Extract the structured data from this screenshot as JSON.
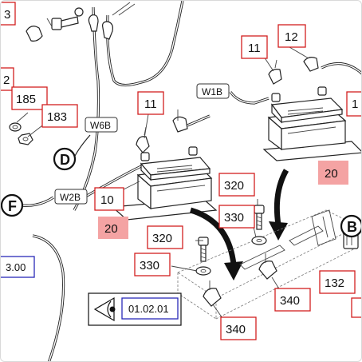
{
  "callouts": {
    "c3": "3",
    "c2": "2",
    "c185": "185",
    "c183": "183",
    "c11a": "11",
    "c11b": "11",
    "c12": "12",
    "c1": "1",
    "c10": "10",
    "c20a": "20",
    "c20b": "20",
    "c320a": "320",
    "c320b": "320",
    "c330a": "330",
    "c330b": "330",
    "c340a": "340",
    "c340b": "340",
    "c132": "132"
  },
  "wire_labels": {
    "w6b": "W6B",
    "w1b": "W1B",
    "w2b": "W2B"
  },
  "circle_labels": {
    "d": "D",
    "f": "F",
    "b": "B"
  },
  "view_label": "01.02.01",
  "ref_fragment": "3.00",
  "colors": {
    "callout_border": "#d21f1f",
    "callout_highlight": "#f4a3a3",
    "reference_border": "#2a2ab8"
  },
  "icons": [
    "eye-icon",
    "arrow-icon",
    "battery-icon",
    "bolt-icon",
    "washer-icon",
    "clamp-icon",
    "terminal-icon"
  ]
}
